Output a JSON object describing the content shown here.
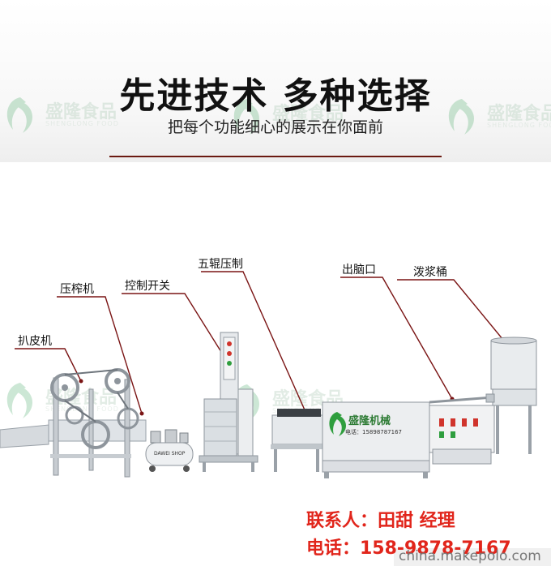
{
  "header": {
    "title": "先进技术  多种选择",
    "subtitle": "把每个功能细心的展示在你面前"
  },
  "watermark": {
    "brand": "盛隆食品",
    "latin": "SHENGLONG FOOD"
  },
  "labels": {
    "peeler": "扒皮机",
    "press": "压榨机",
    "control_switch": "控制开关",
    "five_roller": "五辊压制",
    "outlet": "出脑口",
    "slurry_bucket": "泼浆桶"
  },
  "machine_plate": {
    "brand": "盛隆机械",
    "phone": "电话：15898787167"
  },
  "compressor_text": "DAWEI SHOP",
  "contact": {
    "person": "联系人：田甜  经理",
    "phone": "电话：158-9878-7167"
  },
  "site": "china.makepolo.com",
  "colors": {
    "accent_red": "#e1251b",
    "header_rule": "#6b1a12",
    "brand_green": "#2f9e3e"
  }
}
